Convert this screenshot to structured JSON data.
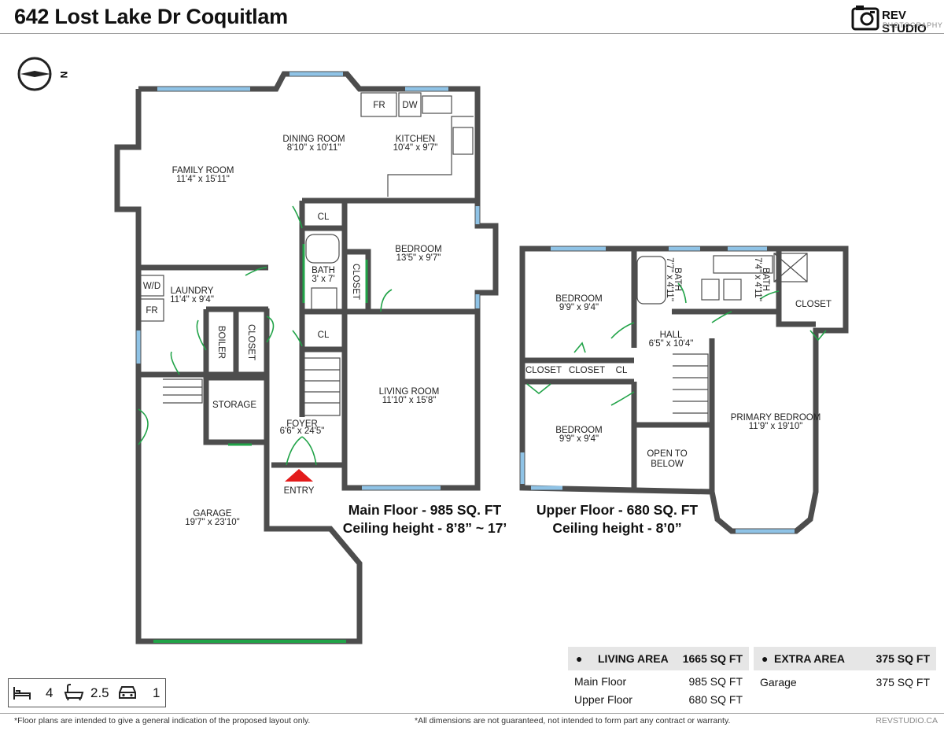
{
  "header": {
    "title": "642 Lost Lake Dr Coquitlam",
    "brand_name": "REV STUDIO",
    "brand_sub": "PHOTOGRAPHY"
  },
  "compass": {
    "label": "N"
  },
  "main_floor": {
    "label_line1": "Main Floor - 985 SQ. FT",
    "label_line2": "Ceiling height - 8’8” ~ 17’",
    "rooms": {
      "family_room": {
        "name": "FAMILY ROOM",
        "dims": "11'4\" x 15'11\""
      },
      "dining_room": {
        "name": "DINING ROOM",
        "dims": "8'10\" x 10'11\""
      },
      "kitchen": {
        "name": "KITCHEN",
        "dims": "10'4\" x 9'7\""
      },
      "fr1": "FR",
      "dw": "DW",
      "laundry": {
        "name": "LAUNDRY",
        "dims": "11'4\" x 9'4\""
      },
      "wd": "W/D",
      "fr2": "FR",
      "boiler": "BOILER",
      "closet1": "CLOSET",
      "cl1": "CL",
      "bath": {
        "name": "BATH",
        "dims": "3' x 7'"
      },
      "closet2": "CLOSET",
      "cl2": "CL",
      "bedroom": {
        "name": "BEDROOM",
        "dims": "13'5\" x 9'7\""
      },
      "living_room": {
        "name": "LIVING ROOM",
        "dims": "11'10\" x 15'8\""
      },
      "storage": "STORAGE",
      "foyer": {
        "name": "FOYER",
        "dims": "6'6\" x 24'5\""
      },
      "entry": "ENTRY",
      "garage": {
        "name": "GARAGE",
        "dims": "19'7\" x 23'10\""
      }
    }
  },
  "upper_floor": {
    "label_line1": "Upper Floor - 680 SQ. FT",
    "label_line2": "Ceiling height - 8’0”",
    "rooms": {
      "bedroom1": {
        "name": "BEDROOM",
        "dims": "9'9\" x 9'4\""
      },
      "bath1": {
        "name": "BATH",
        "dims": "7'7\" x 4'11\""
      },
      "bath2": {
        "name": "BATH",
        "dims": "7'4\" x 4'11\""
      },
      "closet1": "CLOSET",
      "hall": {
        "name": "HALL",
        "dims": "6'5\" x 10'4\""
      },
      "closet2": "CLOSET",
      "closet3": "CLOSET",
      "cl": "CL",
      "bedroom2": {
        "name": "BEDROOM",
        "dims": "9'9\" x 9'4\""
      },
      "open_below_1": "OPEN TO",
      "open_below_2": "BELOW",
      "primary": {
        "name": "PRIMARY BEDROOM",
        "dims": "11'9\" x 19'10\""
      }
    }
  },
  "living_area": {
    "label": "LIVING AREA",
    "total": "1665 SQ FT",
    "rows": [
      {
        "name": "Main Floor",
        "value": "985 SQ FT"
      },
      {
        "name": "Upper Floor",
        "value": "680 SQ FT"
      }
    ]
  },
  "extra_area": {
    "label": "EXTRA AREA",
    "total": "375 SQ FT",
    "rows": [
      {
        "name": "Garage",
        "value": "375 SQ FT"
      }
    ]
  },
  "stats": {
    "beds": "4",
    "baths": "2.5",
    "garage": "1",
    "icons": [
      "bed-icon",
      "bathtub-icon",
      "car-icon"
    ]
  },
  "footer": {
    "left": "*Floor plans are intended to give a general indication of the proposed layout only.",
    "center": "*All dimensions are not guaranteed, not intended to form part any contract or warranty.",
    "right": "REVSTUDIO.CA"
  },
  "colors": {
    "wall": "#4d4d4d",
    "window": "#8fc3e6",
    "door": "#21a348",
    "entry_marker": "#e31b1b"
  }
}
